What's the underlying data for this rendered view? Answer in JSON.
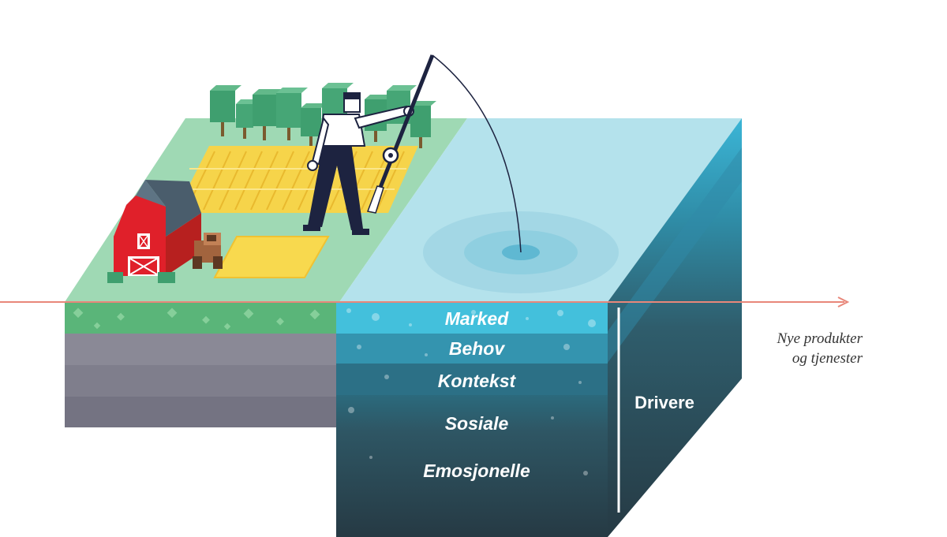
{
  "diagram": {
    "layers": [
      "Marked",
      "Behov",
      "Kontekst",
      "Sosiale",
      "Emosjonelle"
    ],
    "drivers_label": "Drivere",
    "arrow_label_line1": "Nye produkter",
    "arrow_label_line2": "og tjenester"
  },
  "colors": {
    "grass": "#9fd9b4",
    "soil_green": "#5ab579",
    "rock_grey": "#7f7f8c",
    "water_top": "#b4e2ec",
    "water_surface_layer": "#43c0dc",
    "deep_water": "#2a3e48",
    "arrow": "#e8877a",
    "barn_red": "#e0202a",
    "wheat": "#f6d44a",
    "tree": "#3f9f6f",
    "person_pants": "#1d2340"
  }
}
